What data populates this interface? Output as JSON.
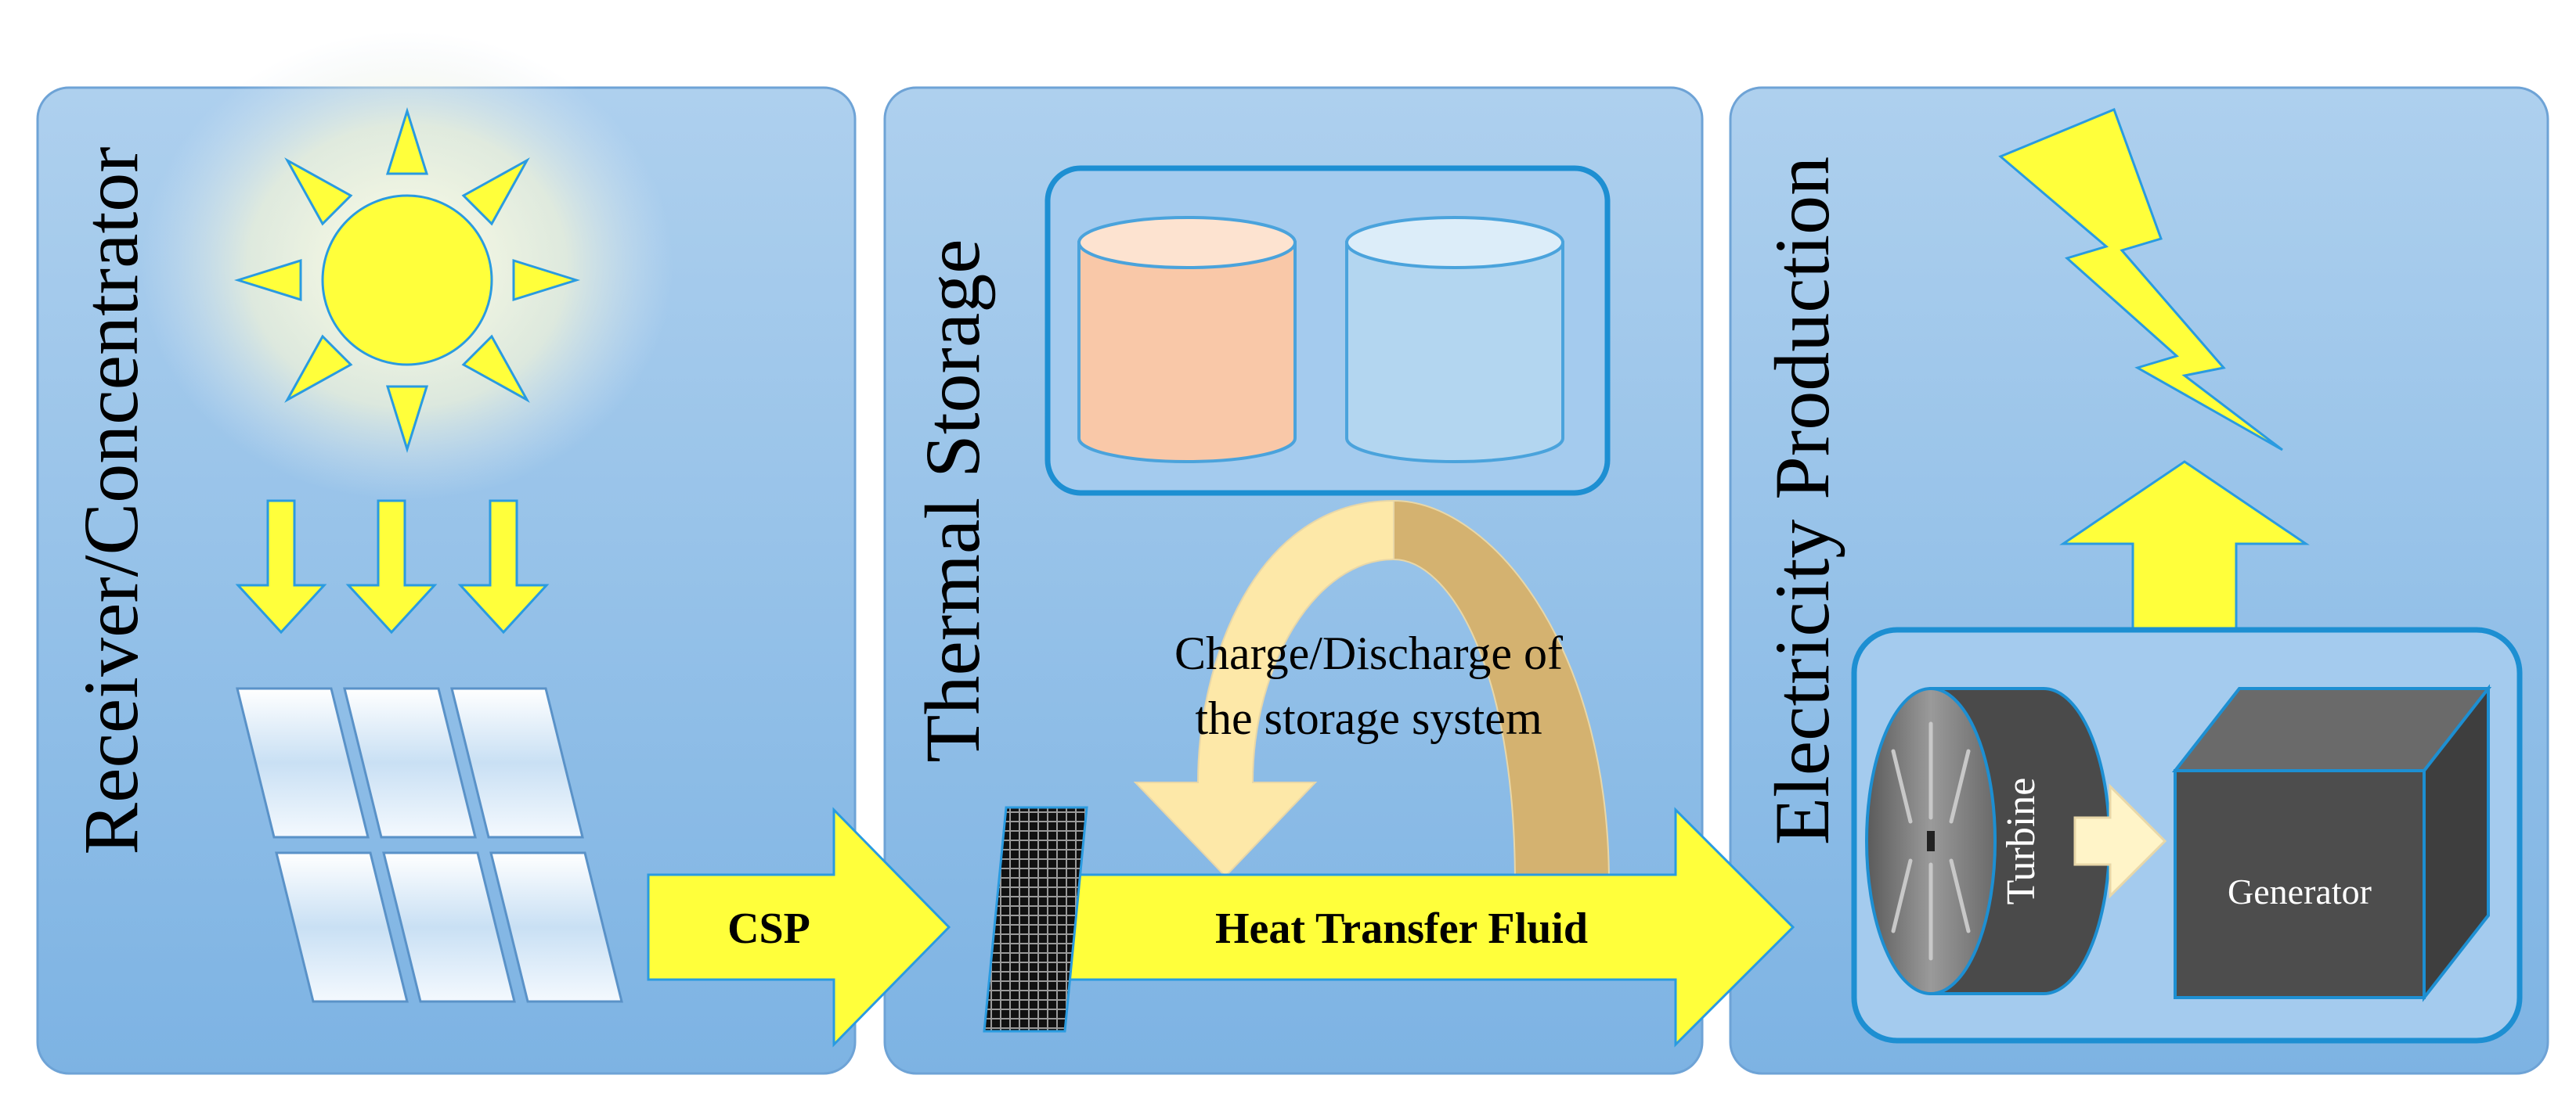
{
  "panels": {
    "receiver": {
      "title": "Receiver/Concentrator"
    },
    "storage": {
      "title": "Thermal Storage"
    },
    "electricity": {
      "title": "Electricity Production"
    }
  },
  "labels": {
    "csp": "CSP",
    "heat_transfer_fluid": "Heat Transfer Fluid",
    "charge_line1": "Charge/Discharge of",
    "charge_line2": "the storage system",
    "turbine": "Turbine",
    "generator": "Generator"
  },
  "colors": {
    "panel": "#8fbde6",
    "panel_light": "#c3def4",
    "accent_yellow": "#ffff3b",
    "hot_tank": "#f9c8a8",
    "cold_tank": "#b3d6f0",
    "border_blue": "#1d8fd2"
  },
  "icons": [
    "sun-icon",
    "lightning-bolt-icon",
    "turbine-icon",
    "generator-icon",
    "mirror-panel-icon",
    "heat-exchanger-icon",
    "tank-icon"
  ]
}
